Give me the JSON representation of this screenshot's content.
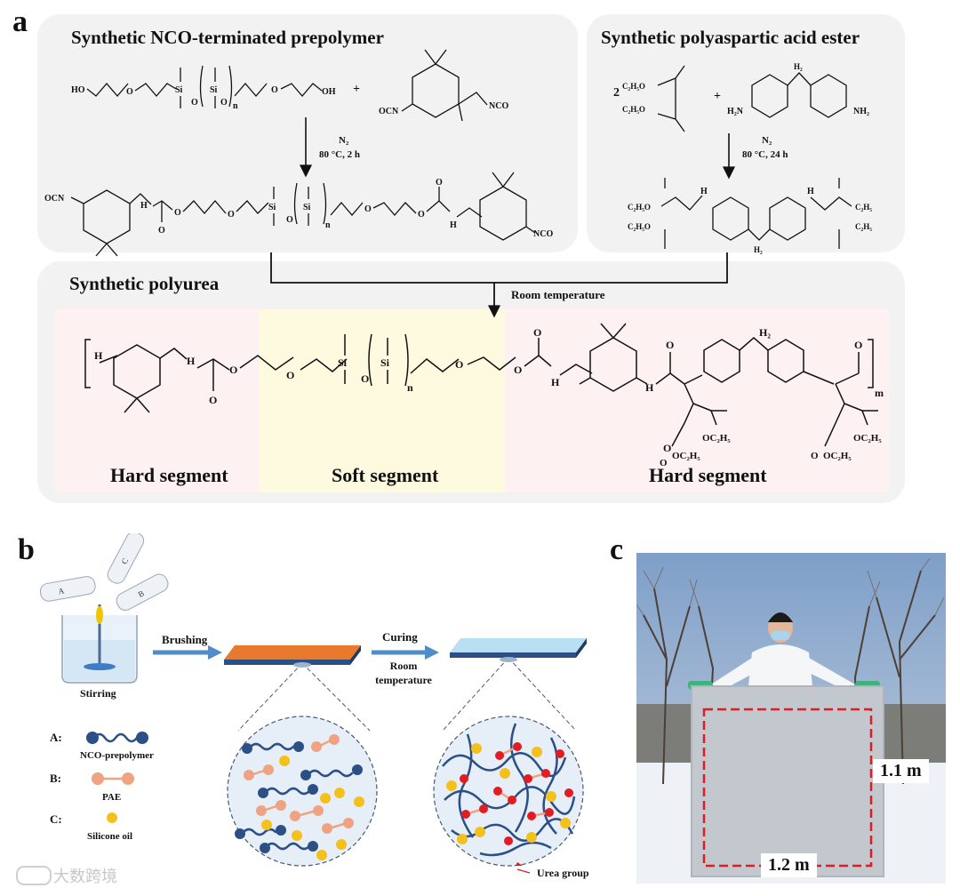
{
  "panel_a": {
    "letter": "a",
    "prepolymer_title": "Synthetic NCO-terminated prepolymer",
    "pae_title": "Synthetic polyaspartic acid ester",
    "polyurea_title": "Synthetic polyurea",
    "cond1_gas": "N₂",
    "cond1_temp": "80 °C, 2 h",
    "cond2_gas": "N₂",
    "cond2_temp": "80 °C, 24 h",
    "room_temp": "Room temperature",
    "hard_left": "Hard segment",
    "soft": "Soft segment",
    "hard_right": "Hard segment",
    "colors": {
      "box": "#f2f2f3",
      "hard_bg": "#fdf1f2",
      "soft_bg": "#fdfadf"
    }
  },
  "panel_b": {
    "letter": "b",
    "stirring": "Stirring",
    "brushing": "Brushing",
    "curing": "Curing",
    "room_temp": "Room temperature",
    "legend": [
      {
        "key": "A:",
        "name": "NCO-prepolymer"
      },
      {
        "key": "B:",
        "name": "PAE"
      },
      {
        "key": "C:",
        "name": "Silicone oil"
      }
    ],
    "urea_group": "Urea group",
    "colors": {
      "navy": "#2c4f86",
      "salmon": "#efa382",
      "gold": "#f4c01b",
      "red": "#e31b23",
      "orange_plate": "#e9792d",
      "blue_plate": "#b9dff2",
      "arrow": "#4f8cc9"
    }
  },
  "panel_c": {
    "letter": "c",
    "height_label": "1.1 m",
    "width_label": "1.2 m"
  },
  "watermark": "大数跨境"
}
